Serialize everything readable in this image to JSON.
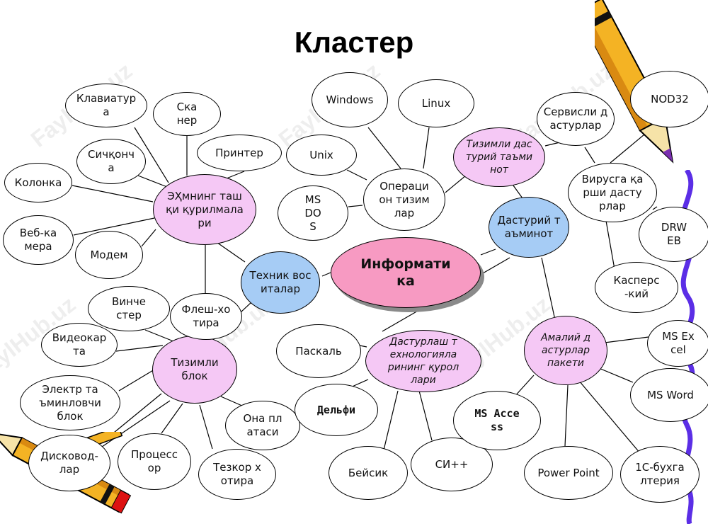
{
  "title": "Кластер",
  "watermark": "FaylHub.uz",
  "center": "Информатика",
  "nodes": {
    "technical": "Техник воситалар",
    "external_devices": "ЭҲмнинг ташқи қурилмалари",
    "system_unit": "Тизимли блок",
    "software": "Дастурий таъминот",
    "system_software": "Тизимли дастурий таъминот",
    "operating_systems": "Операцион тизимлар",
    "programming": "Дастурлаш технологияларининг қуроллари",
    "applied": "Амалий дастурлар пакети",
    "antivirus": "Вирусга қарши дастурлар",
    "service": "Сервисли дастурлар",
    "keyboard": "Клавиатура",
    "scanner": "Сканер",
    "printer": "Принтер",
    "mouse": "Сичқонча",
    "speaker": "Колонка",
    "webcam": "Веб-камера",
    "modem": "Модем",
    "flash": "Флеш-хотира",
    "hdd": "Винчестер",
    "videocard": "Видеокарта",
    "psu": "Электр таъминловчи блок",
    "drive": "Дисковод-лар",
    "cpu": "Процессор",
    "ram": "Тезкор хотира",
    "motherboard": "Она платаси",
    "windows": "Windows",
    "linux": "Linux",
    "unix": "Unix",
    "msdos": "MS DOS",
    "pascal": "Паскаль",
    "delphi": "Дельфи",
    "basic": "Бейсик",
    "cpp": "СИ++",
    "access": "MS Access",
    "powerpoint": "Power Point",
    "excel": "MS Excel",
    "word": "MS Word",
    "onec": "1С-бухгалтерия",
    "nod32": "NOD32",
    "drweb": "DRWEB",
    "kaspersky": "Касперс-кий"
  },
  "colors": {
    "hub": "#f5c8f5",
    "blue": "#a6ccf5",
    "center": "#f79ac2",
    "line": "#000000"
  }
}
